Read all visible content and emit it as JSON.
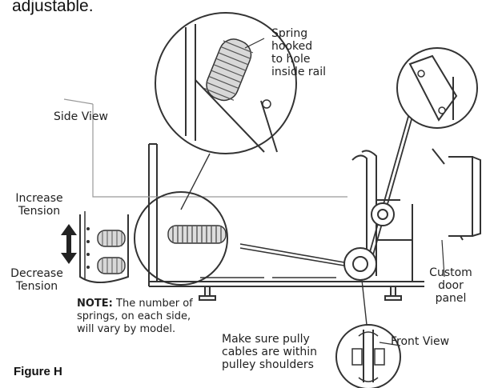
{
  "header_fragment": "adjustable.",
  "labels": {
    "spring_callout": [
      "Spring",
      "hooked",
      "to hole",
      "inside rail"
    ],
    "side_view": "Side View",
    "custom_door_panel": [
      "Custom",
      "door",
      "panel"
    ],
    "increase_tension": [
      "Increase",
      "Tension"
    ],
    "decrease_tension": [
      "Decrease",
      "Tension"
    ],
    "front_view": "Front View",
    "pulley_note": [
      "Make sure pully",
      "cables are within",
      "pulley shoulders"
    ]
  },
  "note": {
    "prefix": "NOTE:",
    "lines": [
      " The number of",
      "springs, on each side,",
      "will vary by model."
    ]
  },
  "figure_caption": "Figure H"
}
